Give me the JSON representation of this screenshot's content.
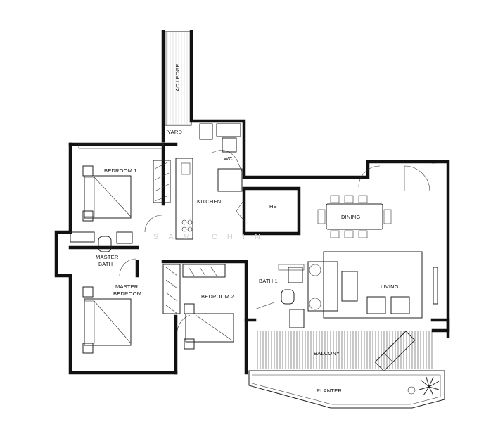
{
  "rooms": {
    "ac_ledge": "AC LEDGE",
    "yard": "YARD",
    "wc": "WC",
    "bedroom1": "BEDROOM 1",
    "kitchen": "KITCHEN",
    "hs": "HS",
    "dining": "DINING",
    "master_bath_line1": "MASTER",
    "master_bath_line2": "BATH",
    "master_bedroom_line1": "MASTER",
    "master_bedroom_line2": "BEDROOM",
    "bedroom2": "BEDROOM 2",
    "bath1": "BATH 1",
    "living": "LIVING",
    "balcony": "BALCONY",
    "planter": "PLANTER"
  },
  "watermark": "SAM CHIN",
  "colors": {
    "wall": "#111111",
    "line": "#333333",
    "background": "#ffffff",
    "watermark": "#cfcfcf"
  }
}
